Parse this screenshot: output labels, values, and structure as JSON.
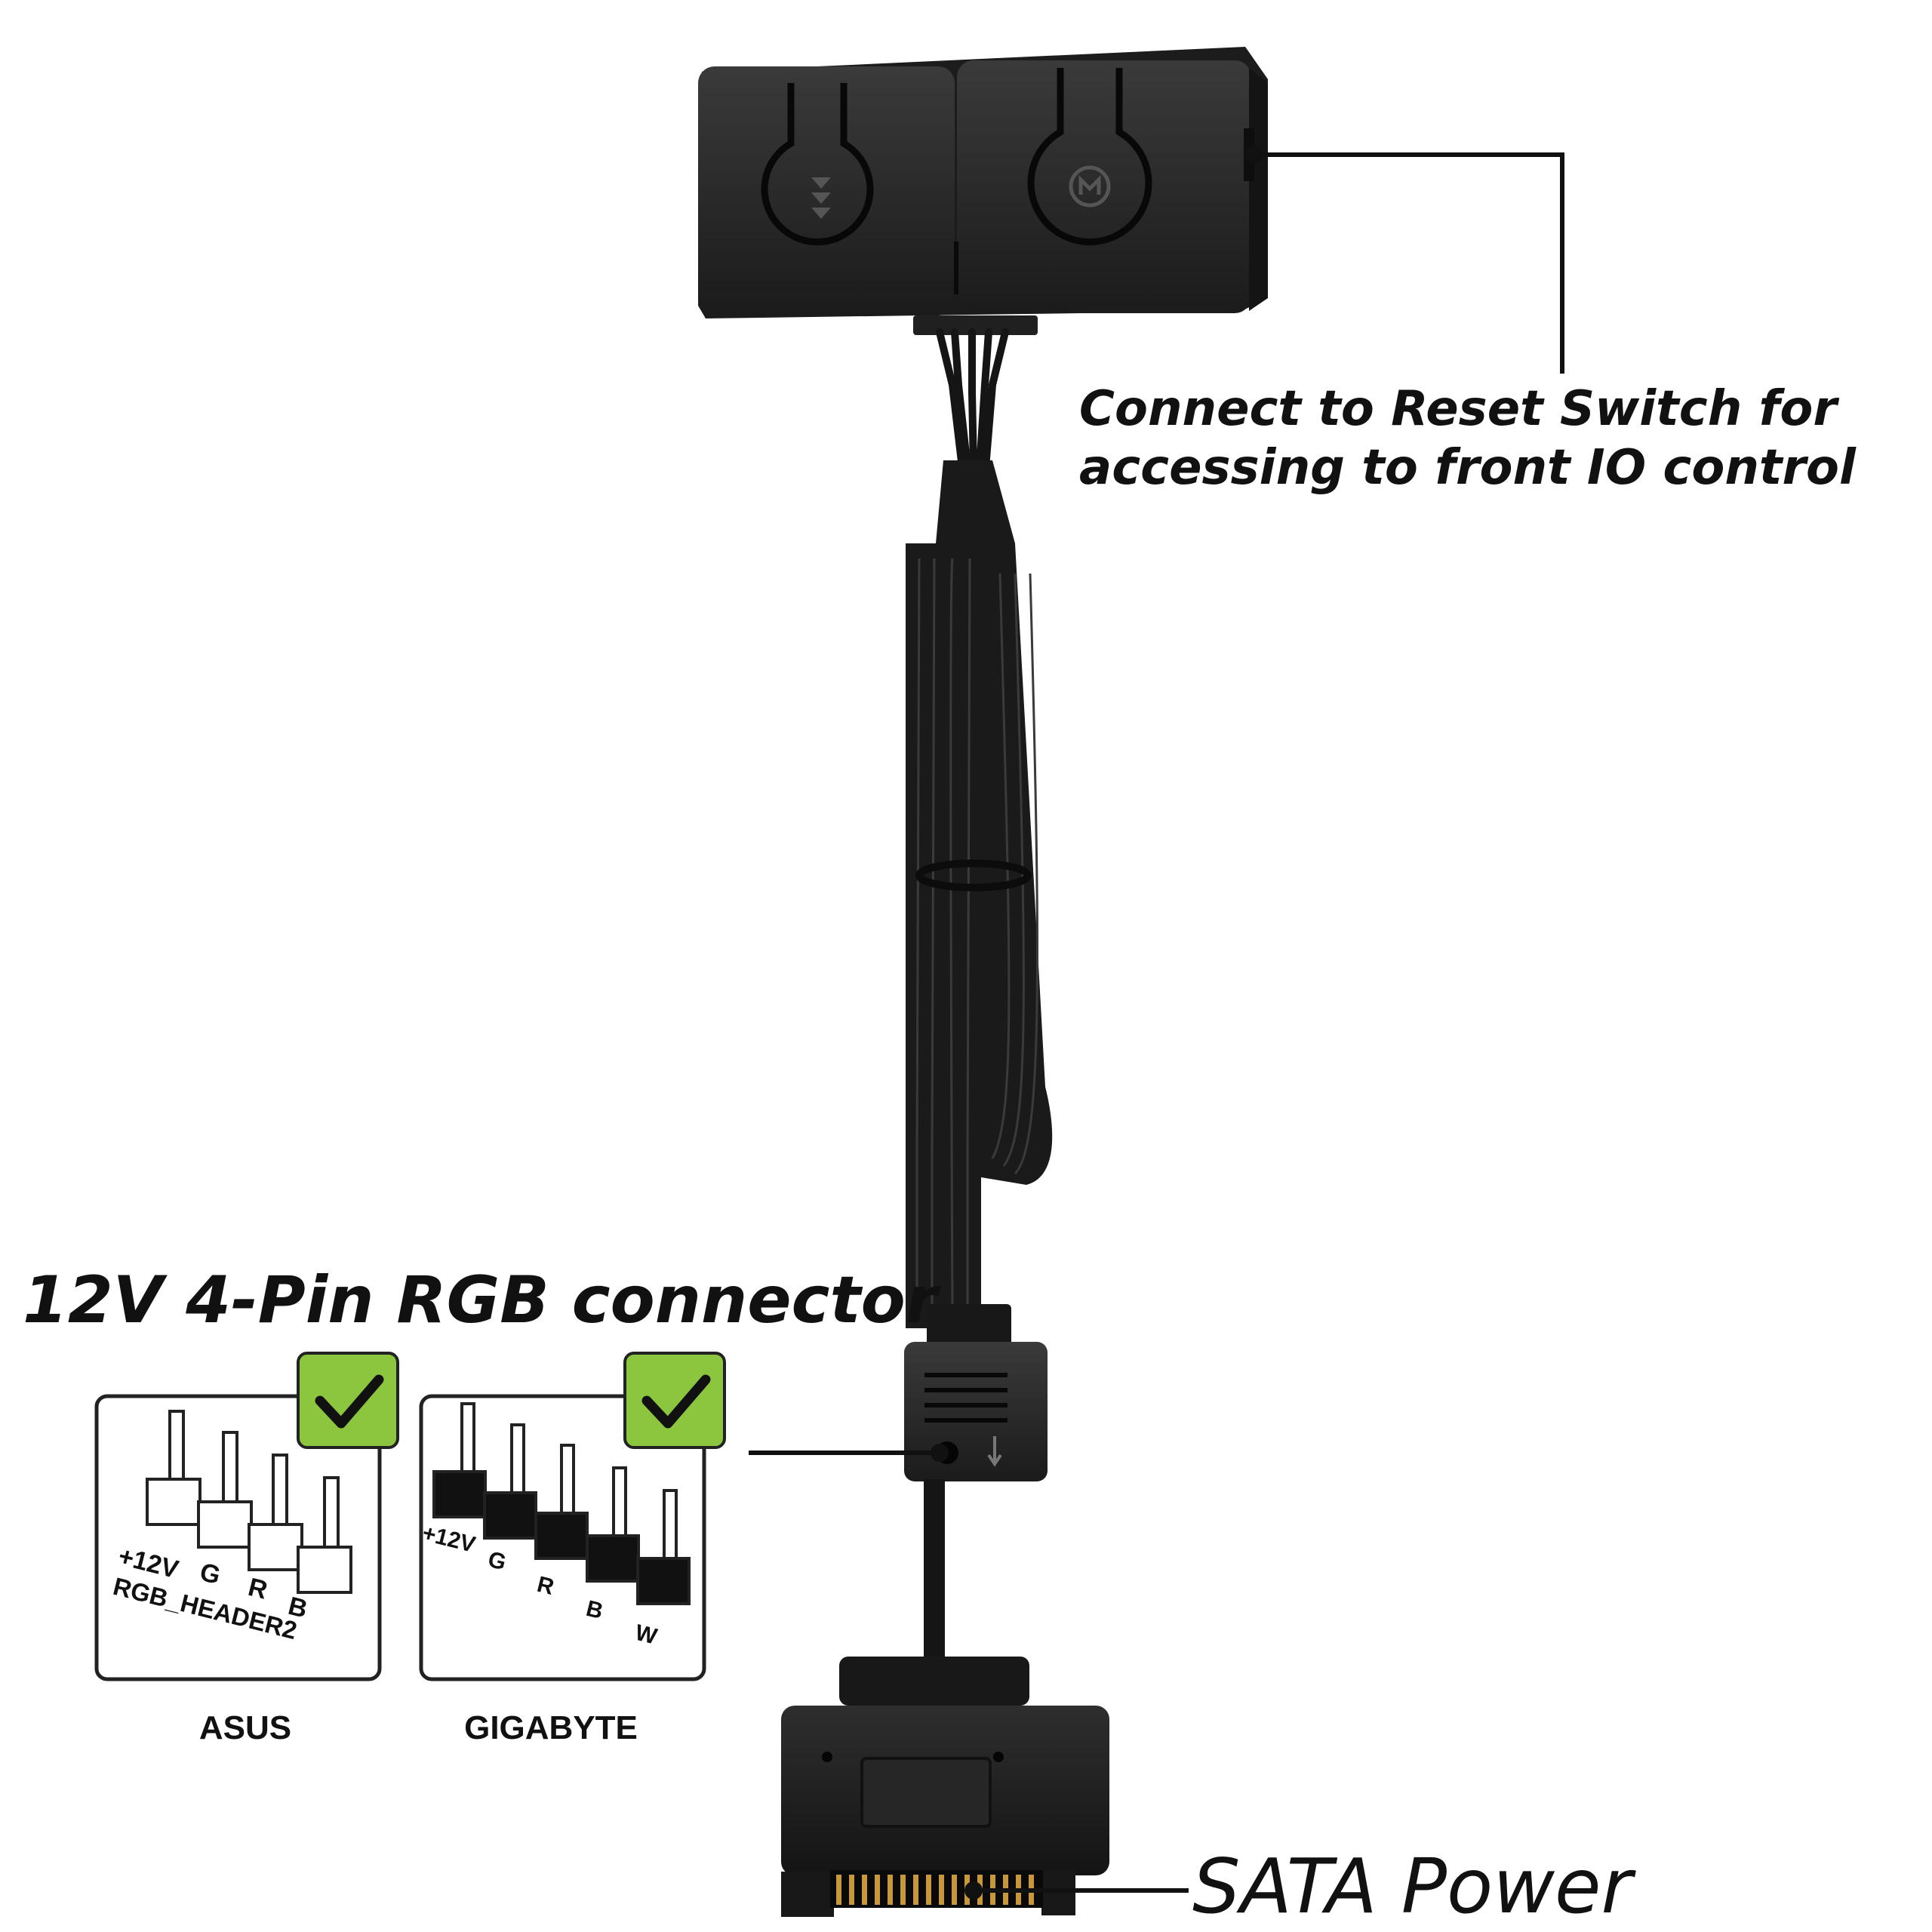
{
  "callouts": {
    "reset_line1": "Connect to Reset Switch for",
    "reset_line2": "accessing to front IO control",
    "rgb_connector": "12V 4-Pin RGB connector",
    "sata": "SATA Power"
  },
  "boards": {
    "asus": {
      "caption": "ASUS",
      "pins": [
        "+12V",
        "G",
        "R",
        "B"
      ],
      "header": "RGB_HEADER2"
    },
    "gigabyte": {
      "caption": "GIGABYTE",
      "pins": [
        "+12V",
        "G",
        "R",
        "B",
        "W"
      ]
    }
  },
  "colors": {
    "check_green": "#8cc63f",
    "cable": "#1a1a1a",
    "controller": "#222222"
  }
}
